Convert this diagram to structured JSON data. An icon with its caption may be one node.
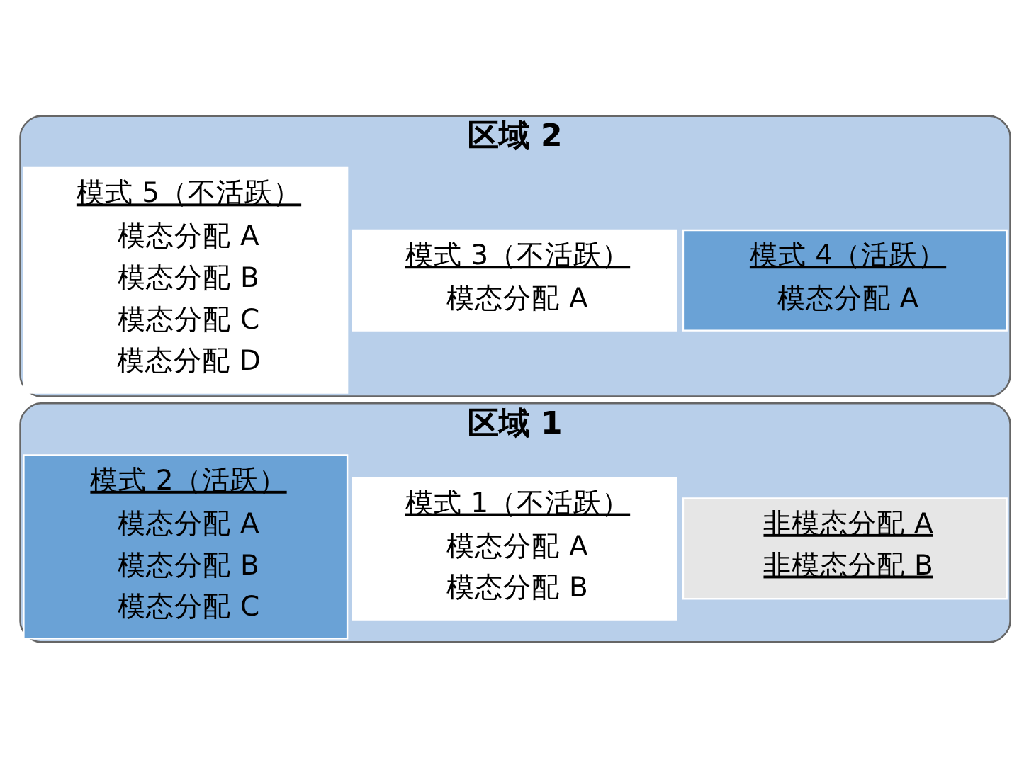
{
  "diagram": {
    "nodes": [
      {
        "text": [
          "区域 1"
        ]
      },
      {
        "text": [
          "非模态分配 A",
          "非模态分配 B"
        ],
        "in": 0
      },
      {
        "text": [
          "模式 1（不活跃）",
          "模态分配 A",
          "模态分配 B"
        ],
        "in": 0
      },
      {
        "text": [
          "模式 2（活跃）",
          "模态分配 A",
          "模态分配 B",
          "模态分配 C"
        ],
        "in": 0
      },
      {
        "text": [
          "区域 2"
        ]
      },
      {
        "text": [
          "模式 3（不活跃）",
          "模态分配 A"
        ],
        "in": 4
      },
      {
        "text": [
          "模式 4（活跃）",
          "模态分配 A"
        ],
        "in": 4
      },
      {
        "text": [
          "模式 5（不活跃）",
          "模态分配 A",
          "模态分配 B",
          "模态分配 C",
          "模态分配 D"
        ],
        "in": 4
      }
    ]
  }
}
